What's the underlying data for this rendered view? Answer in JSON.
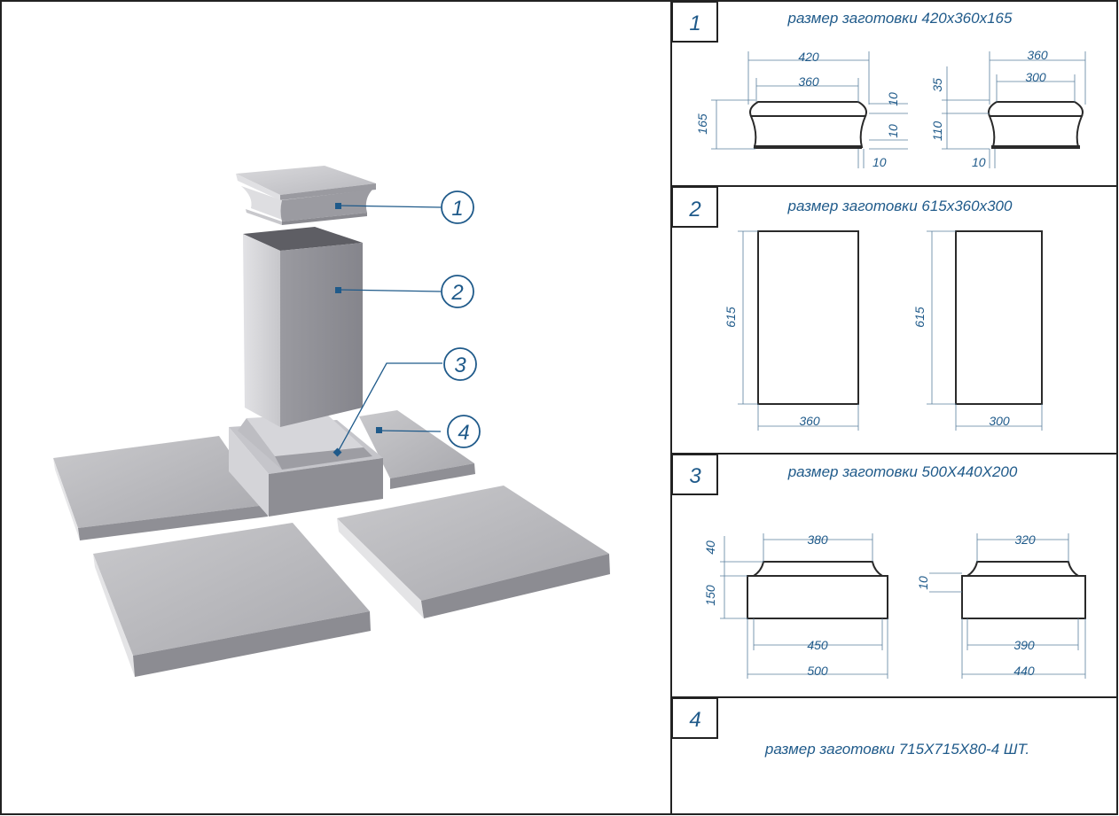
{
  "callouts": [
    "1",
    "2",
    "3",
    "4"
  ],
  "panels": [
    {
      "number": "1",
      "header": "размер заготовки 420х360х165",
      "left": {
        "outer": "420",
        "top": "360",
        "height": "165",
        "r1": "10",
        "r2": "10",
        "bottom": "10"
      },
      "right": {
        "top": "360",
        "inner": "300",
        "h1": "35",
        "h2": "110",
        "bottom": "10"
      }
    },
    {
      "number": "2",
      "header": "размер заготовки 615х360х300",
      "left": {
        "height": "615",
        "width": "360"
      },
      "right": {
        "height": "615",
        "width": "300"
      }
    },
    {
      "number": "3",
      "header": "размер заготовки 500Х440Х200",
      "left": {
        "top": "380",
        "h1": "40",
        "h2": "150",
        "inner": "450",
        "outer": "500"
      },
      "right": {
        "top": "320",
        "h1": "10",
        "inner": "390",
        "outer": "440"
      }
    },
    {
      "number": "4",
      "header": "размер заготовки 715Х715Х80-4 ШТ."
    }
  ]
}
